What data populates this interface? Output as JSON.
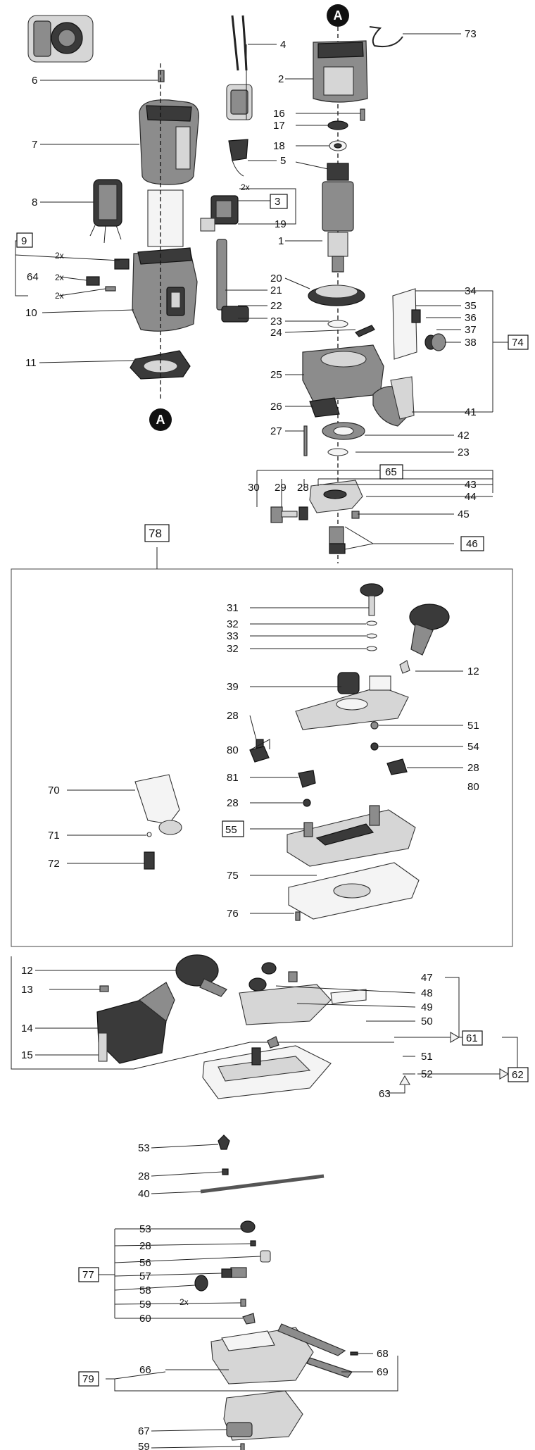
{
  "marker": "A",
  "multiplier": "2x",
  "callouts": {
    "p1": "1",
    "p2": "2",
    "p3": "3",
    "p4": "4",
    "p5": "5",
    "p6": "6",
    "p7": "7",
    "p8": "8",
    "p9": "9",
    "p10": "10",
    "p11": "11",
    "p12": "12",
    "p13": "13",
    "p14": "14",
    "p15": "15",
    "p16": "16",
    "p17": "17",
    "p18": "18",
    "p19": "19",
    "p20": "20",
    "p21": "21",
    "p22": "22",
    "p23": "23",
    "p24": "24",
    "p25": "25",
    "p26": "26",
    "p27": "27",
    "p28": "28",
    "p29": "29",
    "p30": "30",
    "p31": "31",
    "p32": "32",
    "p33": "33",
    "p34": "34",
    "p35": "35",
    "p36": "36",
    "p37": "37",
    "p38": "38",
    "p39": "39",
    "p40": "40",
    "p41": "41",
    "p42": "42",
    "p43": "43",
    "p44": "44",
    "p45": "45",
    "p46": "46",
    "p47": "47",
    "p48": "48",
    "p49": "49",
    "p50": "50",
    "p51": "51",
    "p52": "52",
    "p53": "53",
    "p54": "54",
    "p55": "55",
    "p56": "56",
    "p57": "57",
    "p58": "58",
    "p59": "59",
    "p60": "60",
    "p61": "61",
    "p62": "62",
    "p63": "63",
    "p64": "64",
    "p65": "65",
    "p66": "66",
    "p67": "67",
    "p68": "68",
    "p69": "69",
    "p70": "70",
    "p71": "71",
    "p72": "72",
    "p73": "73",
    "p74": "74",
    "p75": "75",
    "p76": "76",
    "p77": "77",
    "p78": "78",
    "p79": "79",
    "p80": "80",
    "p81": "81"
  }
}
